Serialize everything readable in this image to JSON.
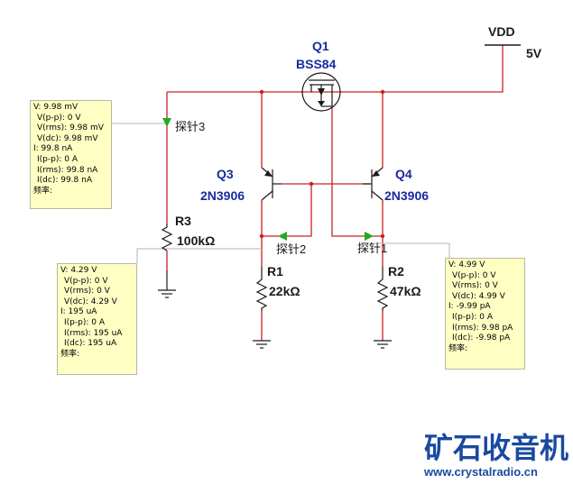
{
  "power": {
    "name": "VDD",
    "value": "5V"
  },
  "components": {
    "q1": {
      "ref": "Q1",
      "part": "BSS84"
    },
    "q3": {
      "ref": "Q3",
      "part": "2N3906"
    },
    "q4": {
      "ref": "Q4",
      "part": "2N3906"
    },
    "r1": {
      "ref": "R1",
      "value": "22kΩ"
    },
    "r2": {
      "ref": "R2",
      "value": "47kΩ"
    },
    "r3": {
      "ref": "R3",
      "value": "100kΩ"
    }
  },
  "probe_labels": {
    "p1": "探针1",
    "p2": "探针2",
    "p3": "探针3"
  },
  "probes": {
    "p3": {
      "lines": [
        "V: 9.98 mV",
        "V(p-p): 0 V",
        "V(rms): 9.98 mV",
        "V(dc): 9.98 mV",
        "I: 99.8 nA",
        "I(p-p): 0 A",
        "I(rms): 99.8 nA",
        "I(dc): 99.8 nA",
        "频率:"
      ]
    },
    "p2": {
      "lines": [
        "V: 4.29 V",
        "V(p-p): 0 V",
        "V(rms): 0 V",
        "V(dc): 4.29 V",
        "I: 195 uA",
        "I(p-p): 0 A",
        "I(rms): 195 uA",
        "I(dc): 195 uA",
        "频率:"
      ]
    },
    "p1": {
      "lines": [
        "V: 4.99 V",
        "V(p-p): 0 V",
        "V(rms): 0 V",
        "V(dc): 4.99 V",
        "I: -9.99 pA",
        "I(p-p): 0 A",
        "I(rms): 9.98 pA",
        "I(dc): -9.98 pA",
        "频率:"
      ]
    }
  },
  "watermark": {
    "title": "矿石收音机",
    "url": "www.crystalradio.cn"
  },
  "colors": {
    "wire": "#cc2020",
    "part": "#1a1a1a",
    "label": "#1a2aa0",
    "probe": "#22aa22",
    "watermark": "#1a4aa0"
  }
}
